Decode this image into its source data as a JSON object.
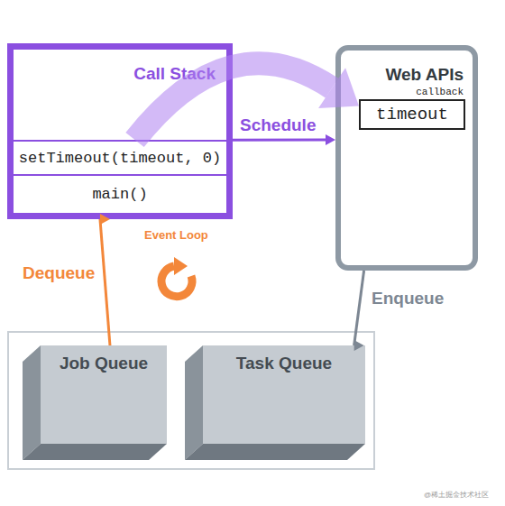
{
  "diagram": {
    "nodes": [
      {
        "text": [
          "Call Stack"
        ]
      },
      {
        "text": [
          "setTimeout(timeout, 0)"
        ],
        "in": 0
      },
      {
        "text": [
          "main()"
        ],
        "in": 0
      },
      {
        "text": [
          "Web APIs"
        ]
      },
      {
        "text": [
          "callback",
          "timeout"
        ],
        "in": 3
      },
      {
        "text": [
          "Job Queue"
        ]
      },
      {
        "text": [
          "Task Queue"
        ]
      }
    ],
    "edges": [
      {
        "from": 0,
        "to": 3,
        "arrow": "to",
        "label": "Schedule"
      },
      {
        "from": 1,
        "to": 4,
        "arrow": "to"
      },
      {
        "from": 3,
        "to": 6,
        "arrow": "to",
        "label": "Enqueue"
      },
      {
        "from": 5,
        "to": 0,
        "arrow": "to",
        "label": "Dequeue"
      }
    ],
    "labels": [
      "Event Loop",
      "@稀土掘金技术社区"
    ]
  }
}
